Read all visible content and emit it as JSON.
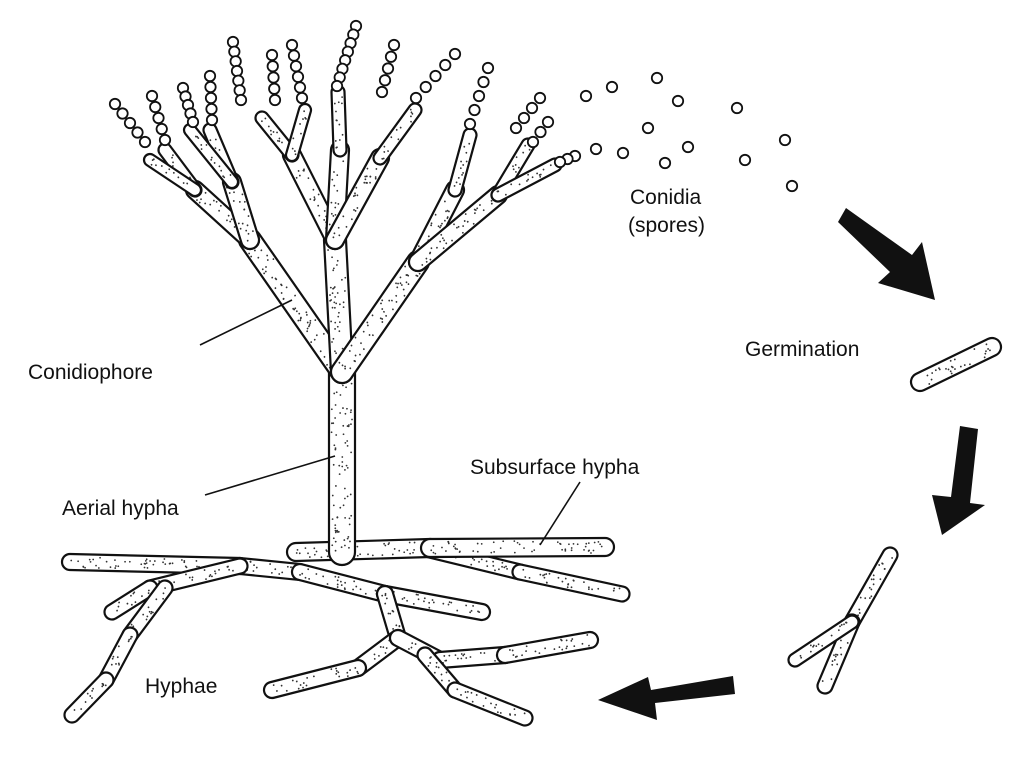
{
  "labels": {
    "conidia_line1": "Conidia",
    "conidia_line2": "(spores)",
    "germination": "Germination",
    "conidiophore": "Conidiophore",
    "aerial_hypha": "Aerial hypha",
    "subsurface_hypha": "Subsurface hypha",
    "hyphae": "Hyphae"
  },
  "colors": {
    "ink": "#111111",
    "background": "#ffffff"
  }
}
